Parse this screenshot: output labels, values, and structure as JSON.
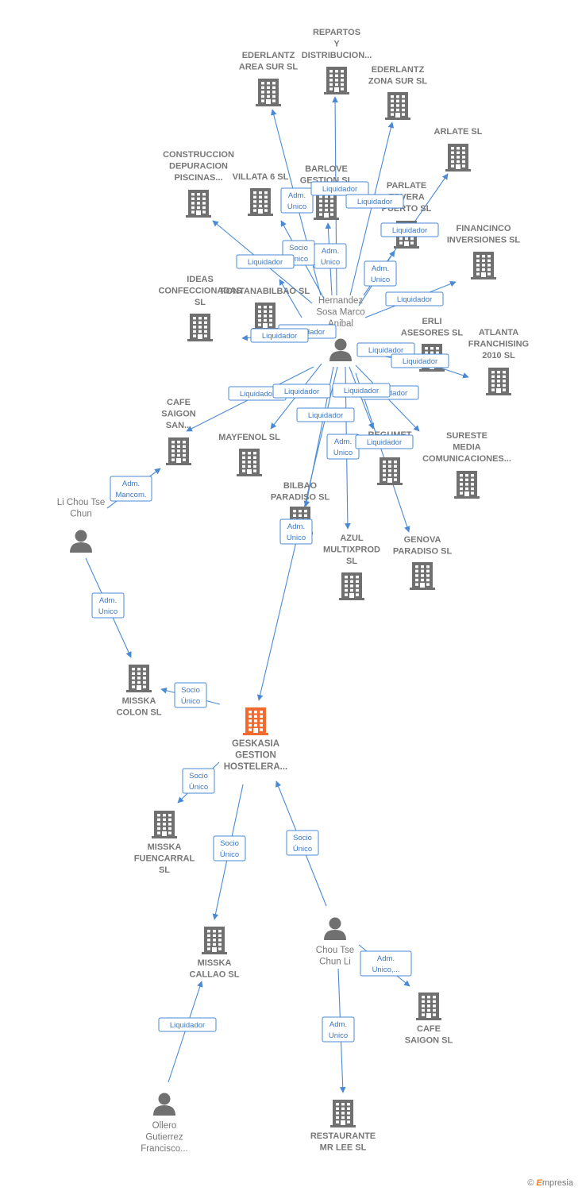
{
  "colors": {
    "company": "#707070",
    "focus": "#f26a2e",
    "person": "#707070",
    "edge": "#4a8ad4"
  },
  "nodes": [
    {
      "id": "repartos",
      "type": "company",
      "lines": [
        "REPARTOS",
        "Y",
        "DISTRIBUCION..."
      ]
    },
    {
      "id": "ederlantz_area",
      "type": "company",
      "lines": [
        "EDERLANTZ",
        "AREA SUR SL"
      ]
    },
    {
      "id": "ederlantz_zona",
      "type": "company",
      "lines": [
        "EDERLANTZ",
        "ZONA SUR SL"
      ]
    },
    {
      "id": "arlate",
      "type": "company",
      "lines": [
        "ARLATE  SL"
      ]
    },
    {
      "id": "construccion",
      "type": "company",
      "lines": [
        "CONSTRUCCION",
        "DEPURACION",
        "PISCINAS..."
      ]
    },
    {
      "id": "villata",
      "type": "company",
      "lines": [
        "VILLATA 6 SL"
      ]
    },
    {
      "id": "barlove",
      "type": "company",
      "lines": [
        "BARLOVE",
        "GESTION SL"
      ]
    },
    {
      "id": "parlate",
      "type": "company",
      "lines": [
        "PARLATE",
        "ERVERA",
        "PUERTO  SL"
      ]
    },
    {
      "id": "financinco",
      "type": "company",
      "lines": [
        "FINANCINCO",
        "INVERSIONES SL"
      ]
    },
    {
      "id": "ideas",
      "type": "company",
      "lines": [
        "IDEAS",
        "CONFECCIONADAS",
        "SL"
      ]
    },
    {
      "id": "fontana",
      "type": "company",
      "lines": [
        "FONTANABILBAO SL"
      ]
    },
    {
      "id": "hernandez",
      "type": "person",
      "lines": [
        "Hernandez",
        "Sosa Marco",
        "Anibal"
      ]
    },
    {
      "id": "erli",
      "type": "company",
      "lines": [
        "ERLI",
        "ASESORES SL"
      ]
    },
    {
      "id": "atlanta",
      "type": "company",
      "lines": [
        "ATLANTA",
        "FRANCHISING",
        "2010 SL"
      ]
    },
    {
      "id": "cafe_saigon_san",
      "type": "company",
      "lines": [
        "CAFE",
        "SAIGON",
        "SAN..."
      ]
    },
    {
      "id": "mayfenol",
      "type": "company",
      "lines": [
        "MAYFENOL  SL"
      ]
    },
    {
      "id": "regumet",
      "type": "company",
      "lines": [
        "REGUMET",
        "S SL"
      ]
    },
    {
      "id": "sureste",
      "type": "company",
      "lines": [
        "SURESTE",
        "MEDIA",
        "COMUNICACIONES..."
      ]
    },
    {
      "id": "li_chou",
      "type": "person",
      "lines": [
        "Li Chou Tse",
        "Chun"
      ]
    },
    {
      "id": "bilbao",
      "type": "company",
      "lines": [
        "BILBAO",
        "PARADISO SL"
      ]
    },
    {
      "id": "azul",
      "type": "company",
      "lines": [
        "AZUL",
        "MULTIXPROD",
        "SL"
      ]
    },
    {
      "id": "genova",
      "type": "company",
      "lines": [
        "GENOVA",
        "PARADISO SL"
      ]
    },
    {
      "id": "misska_colon",
      "type": "company",
      "lines": [
        "MISSKA",
        "COLON  SL"
      ]
    },
    {
      "id": "geskasia",
      "type": "focus",
      "lines": [
        "GESKASIA",
        "GESTION",
        "HOSTELERA..."
      ]
    },
    {
      "id": "misska_fuencarral",
      "type": "company",
      "lines": [
        "MISSKA",
        "FUENCARRAL",
        "SL"
      ]
    },
    {
      "id": "misska_callao",
      "type": "company",
      "lines": [
        "MISSKA",
        "CALLAO  SL"
      ]
    },
    {
      "id": "chou_tse",
      "type": "person",
      "lines": [
        "Chou Tse",
        "Chun Li"
      ]
    },
    {
      "id": "cafe_saigon",
      "type": "company",
      "lines": [
        "CAFE",
        "SAIGON SL"
      ]
    },
    {
      "id": "ollero",
      "type": "person",
      "lines": [
        "Ollero",
        "Gutierrez",
        "Francisco..."
      ]
    },
    {
      "id": "restaurante",
      "type": "company",
      "lines": [
        "RESTAURANTE",
        "MR LEE  SL"
      ]
    }
  ],
  "edges": [
    {
      "from": "hernandez",
      "to": "ederlantz_area",
      "lines": [
        "Adm.",
        "Unico"
      ]
    },
    {
      "from": "hernandez",
      "to": "repartos",
      "lines": [
        "Liquidador"
      ]
    },
    {
      "from": "hernandez",
      "to": "ederlantz_zona",
      "lines": [
        "Liquidador"
      ]
    },
    {
      "from": "hernandez",
      "to": "arlate",
      "lines": [
        "Liquidador"
      ]
    },
    {
      "from": "hernandez",
      "to": "barlove",
      "lines": [
        "Adm.",
        "Unico"
      ]
    },
    {
      "from": "hernandez",
      "to": "villata",
      "lines": [
        "Socio",
        "Único"
      ]
    },
    {
      "from": "hernandez",
      "to": "construccion",
      "lines": [
        "Liquidador"
      ]
    },
    {
      "from": "hernandez",
      "to": "parlate",
      "lines": [
        "Adm.",
        "Unico"
      ]
    },
    {
      "from": "hernandez",
      "to": "financinco",
      "lines": [
        "Liquidador"
      ]
    },
    {
      "from": "hernandez",
      "to": "fontana",
      "lines": [
        "Liquidador"
      ]
    },
    {
      "from": "hernandez",
      "to": "ideas",
      "lines": [
        "Liquidador"
      ]
    },
    {
      "from": "hernandez",
      "to": "erli",
      "lines": [
        "Liquidador"
      ]
    },
    {
      "from": "hernandez",
      "to": "atlanta",
      "lines": [
        "Liquidador"
      ]
    },
    {
      "from": "hernandez",
      "to": "cafe_saigon_san",
      "lines": [
        "Liquidador"
      ]
    },
    {
      "from": "hernandez",
      "to": "mayfenol",
      "lines": [
        "Liquidador"
      ]
    },
    {
      "from": "hernandez",
      "to": "regumet",
      "lines": [
        "Liquidador"
      ]
    },
    {
      "from": "hernandez",
      "to": "sureste",
      "lines": [
        "Liquidador"
      ]
    },
    {
      "from": "hernandez",
      "to": "bilbao",
      "lines": [
        "Liquidador"
      ]
    },
    {
      "from": "hernandez",
      "to": "azul",
      "lines": [
        "Adm.",
        "Unico"
      ]
    },
    {
      "from": "hernandez",
      "to": "genova",
      "lines": [
        "Liquidador"
      ]
    },
    {
      "from": "hernandez",
      "to": "geskasia",
      "lines": [
        "Adm.",
        "Unico"
      ]
    },
    {
      "from": "li_chou",
      "to": "cafe_saigon_san",
      "lines": [
        "Adm.",
        "Mancom."
      ]
    },
    {
      "from": "li_chou",
      "to": "misska_colon",
      "lines": [
        "Adm.",
        "Unico"
      ]
    },
    {
      "from": "geskasia",
      "to": "misska_colon",
      "lines": [
        "Socio",
        "Único"
      ]
    },
    {
      "from": "geskasia",
      "to": "misska_fuencarral",
      "lines": [
        "Socio",
        "Único"
      ]
    },
    {
      "from": "geskasia",
      "to": "misska_callao",
      "lines": [
        "Socio",
        "Único"
      ]
    },
    {
      "from": "chou_tse",
      "to": "geskasia",
      "lines": [
        "Socio",
        "Único"
      ]
    },
    {
      "from": "chou_tse",
      "to": "cafe_saigon",
      "lines": [
        "Adm.",
        "Unico,..."
      ]
    },
    {
      "from": "chou_tse",
      "to": "restaurante",
      "lines": [
        "Adm.",
        "Unico"
      ]
    },
    {
      "from": "ollero",
      "to": "misska_callao",
      "lines": [
        "Liquidador"
      ]
    }
  ],
  "footer": {
    "copyright": "©",
    "brand_initial": "E",
    "brand_rest": "mpresia"
  }
}
